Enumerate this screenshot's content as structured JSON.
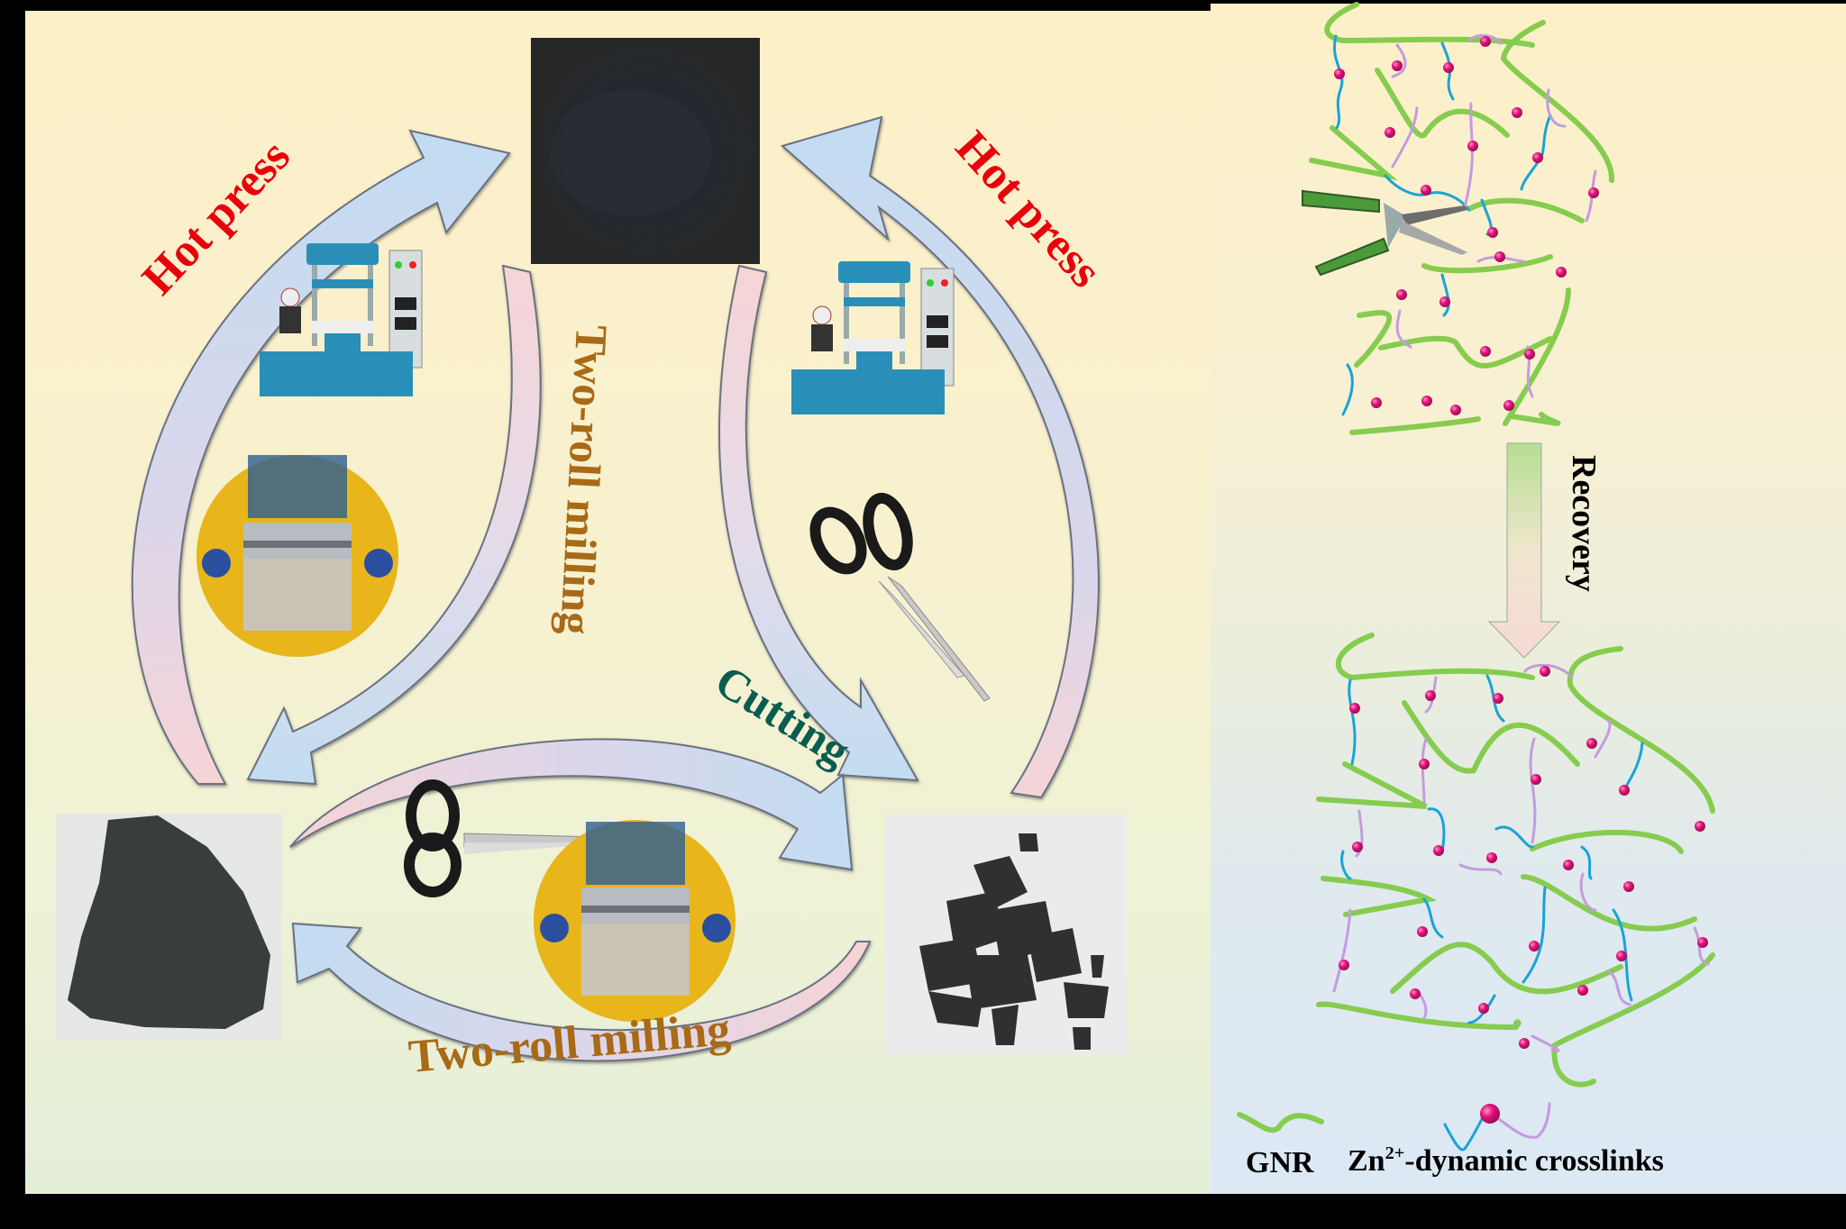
{
  "left_panel": {
    "labels": {
      "hot_press_left": "Hot press",
      "hot_press_right": "Hot press",
      "two_roll_milling_vertical": "Two-roll milling",
      "cutting": "Cutting",
      "two_roll_milling_bottom": "Two-roll milling"
    },
    "label_colors": {
      "hot_press": "#e8000b",
      "two_roll_milling": "#a86a17",
      "cutting": "#0b5c50"
    },
    "nodes": [
      {
        "id": "sheet",
        "description": "black pressed rubber sheet"
      },
      {
        "id": "lump",
        "description": "milled rubber lump"
      },
      {
        "id": "fragments",
        "description": "cut rubber fragments"
      }
    ],
    "equipment": [
      {
        "id": "hot-press-machine-left",
        "kind": "hot-press"
      },
      {
        "id": "hot-press-machine-right",
        "kind": "hot-press"
      },
      {
        "id": "two-roll-mill-left",
        "kind": "two-roll-mill"
      },
      {
        "id": "two-roll-mill-bottom",
        "kind": "two-roll-mill"
      },
      {
        "id": "scissors-right",
        "kind": "scissors"
      },
      {
        "id": "scissors-bottom",
        "kind": "scissors"
      }
    ],
    "arrow_colors": {
      "blue": "#c4dcf0",
      "pink": "#f6d4d6"
    }
  },
  "right_panel": {
    "recovery_label": "Recovery",
    "legend": {
      "gnr_label": "GNR",
      "crosslink_prefix": "Zn",
      "crosslink_sup": "2+",
      "crosslink_suffix": "-dynamic crosslinks"
    },
    "colors": {
      "gnr": "#86cc4e",
      "chain_blue": "#1aa3d6",
      "chain_purple": "#c49be0",
      "zn_bead": "#e0137a"
    }
  }
}
